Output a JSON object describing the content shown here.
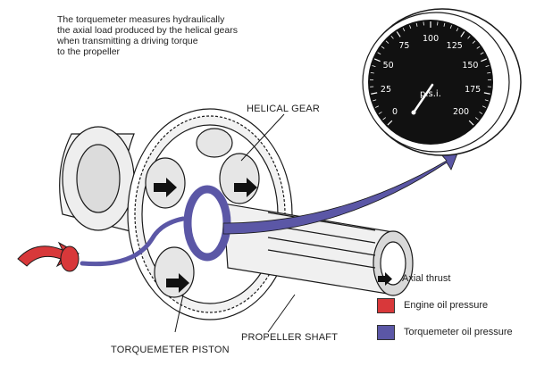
{
  "caption": "The torquemeter measures hydraulically\nthe axial load produced by the helical gears\nwhen transmitting a driving torque\nto the propeller",
  "labels": {
    "helical_gear": "HELICAL GEAR",
    "torquemeter_piston": "TORQUEMETER PISTON",
    "propeller_shaft": "PROPELLER SHAFT"
  },
  "gauge": {
    "unit": "p.s.i.",
    "ticks": [
      "0",
      "25",
      "50",
      "75",
      "100",
      "125",
      "150",
      "175",
      "200"
    ]
  },
  "legend": [
    {
      "label": "Axial thrust",
      "kind": "arrow",
      "color": "#111111"
    },
    {
      "label": "Engine oil pressure",
      "kind": "swatch",
      "color": "#d8383a"
    },
    {
      "label": "Torquemeter oil pressure",
      "kind": "swatch",
      "color": "#5b57a6"
    }
  ],
  "colors": {
    "engine_oil": "#d8383a",
    "torquemeter_oil": "#5b57a6",
    "line": "#1a1a1a"
  }
}
